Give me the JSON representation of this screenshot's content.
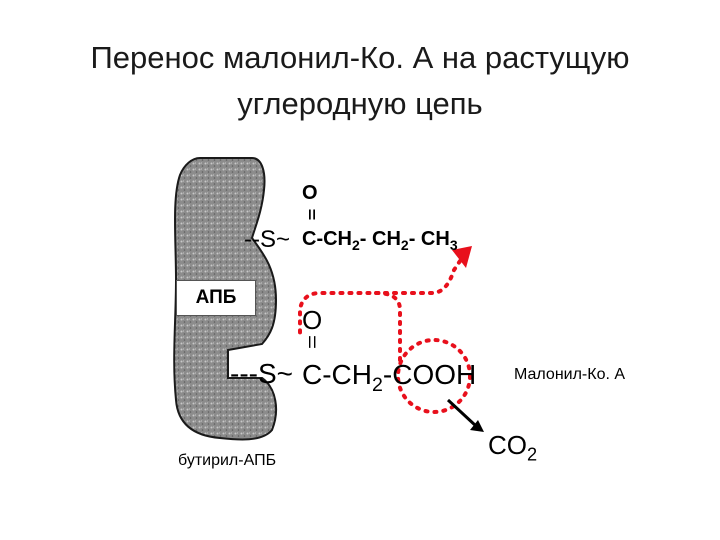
{
  "title": {
    "line1": "Перенос малонил-Ко. А на растущую",
    "line2": "углеродную цепь"
  },
  "enzyme_label": "АПБ",
  "butyryl_label": "бутирил-АПБ",
  "malonyl_label": "Малонил-Ко. А",
  "upper_chain": {
    "oxygen": "O",
    "double_bond": "=",
    "thioester": "--S~",
    "carbonyl_c": "C",
    "ch2_a_main": "-CH",
    "ch2_a_sub": "2",
    "ch2_b_main": "- CH",
    "ch2_b_sub": "2",
    "ch3_main": "- CH",
    "ch3_sub": "3"
  },
  "lower_chain": {
    "oxygen": "O",
    "double_bond": "=",
    "thioester": "---S~",
    "carbonyl_c": "C",
    "ch2_main": "-CH",
    "ch2_sub": "2",
    "cooh": "-COOH"
  },
  "co2": {
    "main": "CO",
    "sub": "2"
  },
  "colors": {
    "enzyme_fill": "#8a8a8a",
    "arrow_red": "#e8101c",
    "text": "#000000"
  }
}
